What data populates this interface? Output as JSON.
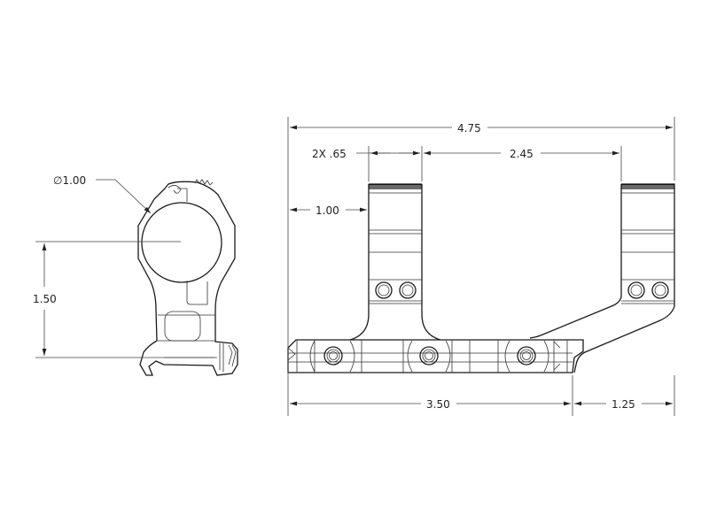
{
  "drawing": {
    "front_view": {
      "diameter_label": "∅1.00",
      "height_label": "1.50"
    },
    "side_view": {
      "overall_length_label": "4.75",
      "ring_width_label": "2X .65",
      "ring_spacing_label": "2.45",
      "offset_label": "1.00",
      "base_length_label": "3.50",
      "cantilever_label": "1.25"
    },
    "colors": {
      "line": "#1a1a1a",
      "background": "#ffffff"
    }
  }
}
